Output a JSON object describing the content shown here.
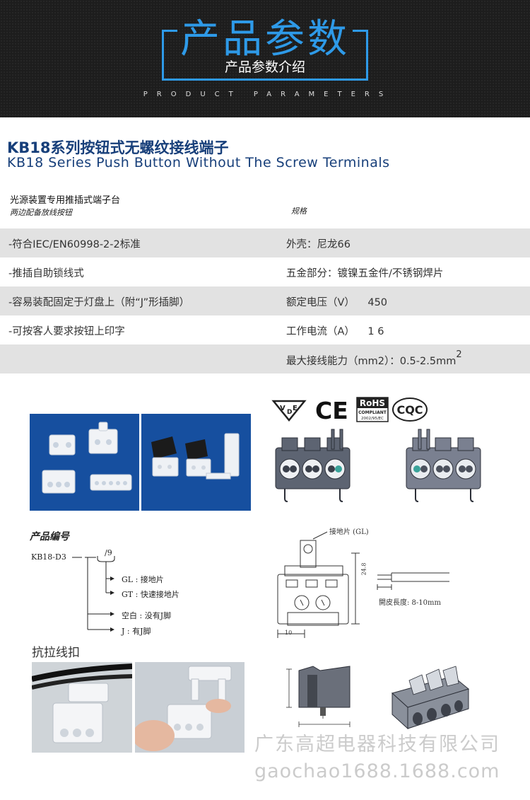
{
  "banner": {
    "title": "产品参数",
    "subtitle": "产品参数介绍",
    "english": "PRODUCT PARAMETERS",
    "accent_color": "#2e9ae8"
  },
  "product": {
    "title_cn": "KB18系列按钮式无螺纹接线端子",
    "title_en": "KB18 Series Push Button Without The Screw Terminals",
    "title_color": "#173f7a"
  },
  "spec": {
    "header_left_1": "光源装置专用推插式端子台",
    "header_left_2": "两边配备放线按钮",
    "header_right": "规格",
    "rows": [
      {
        "left": "-符合IEC/EN60998-2-2标准",
        "right": "外壳：尼龙66"
      },
      {
        "left": "-推插自助锁线式",
        "right": "五金部分：镀镍五金件/不锈钢焊片"
      },
      {
        "left": "-容易装配固定于灯盘上（附“J”形插脚）",
        "right": "额定电压（V）    450"
      },
      {
        "left": "-可按客人要求按钮上印字",
        "right": "工作电流（A）    1 6"
      },
      {
        "left": "",
        "right": "最大接线能力（mm2）：0.5-2.5mm",
        "right_sup": "2"
      }
    ]
  },
  "certifications": {
    "rohs_title": "RoHS",
    "rohs_sub": "COMPLIANT",
    "rohs_code": "2002/95/EC",
    "cqc": "CQC",
    "ce": "CE",
    "vde_letters": [
      "V",
      "D",
      "E"
    ]
  },
  "product_code": {
    "title": "产品编号",
    "code": "KB18-D3",
    "suffix": "/9",
    "options": [
      "GL : 接地片",
      "GT : 快速接地片",
      "空白 : 没有J脚",
      "J : 有J脚"
    ]
  },
  "drawing": {
    "ground_label": "接地片 (GL)",
    "height_dim": "24.8",
    "width_dim": "10",
    "strip_label": "開皮長度: 8-10mm"
  },
  "pull": {
    "title": "抗拉线扣"
  },
  "watermark": {
    "line1": "广东高超电器科技有限公司",
    "line2": "gaochao1688.1688.com"
  }
}
